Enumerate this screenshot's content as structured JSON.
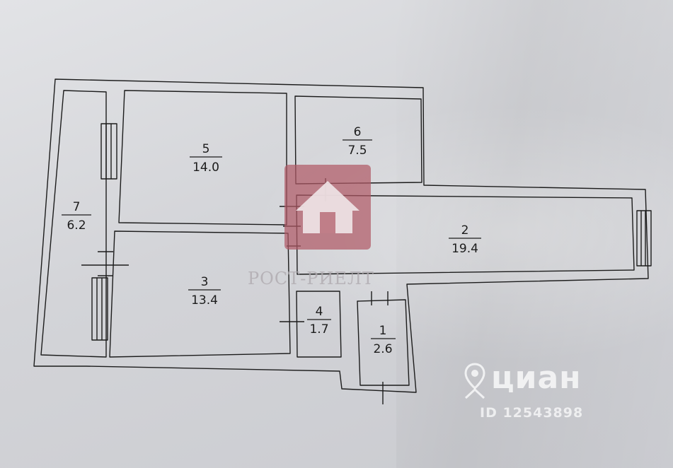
{
  "rooms": [
    {
      "number": "1",
      "area": "2.6"
    },
    {
      "number": "2",
      "area": "19.4"
    },
    {
      "number": "3",
      "area": "13.4"
    },
    {
      "number": "4",
      "area": "1.7"
    },
    {
      "number": "5",
      "area": "14.0"
    },
    {
      "number": "6",
      "area": "7.5"
    },
    {
      "number": "7",
      "area": "6.2"
    }
  ],
  "watermarks": {
    "agency": "РОСТ-РИЕЛТ",
    "portal": "циан",
    "listing_id": "ID 12543898"
  },
  "colors": {
    "wall": "#1c1c1c",
    "logo": "#b05a66",
    "paper": "#d6d7db"
  },
  "icons": [
    "house-logo-icon",
    "location-pin-icon"
  ]
}
